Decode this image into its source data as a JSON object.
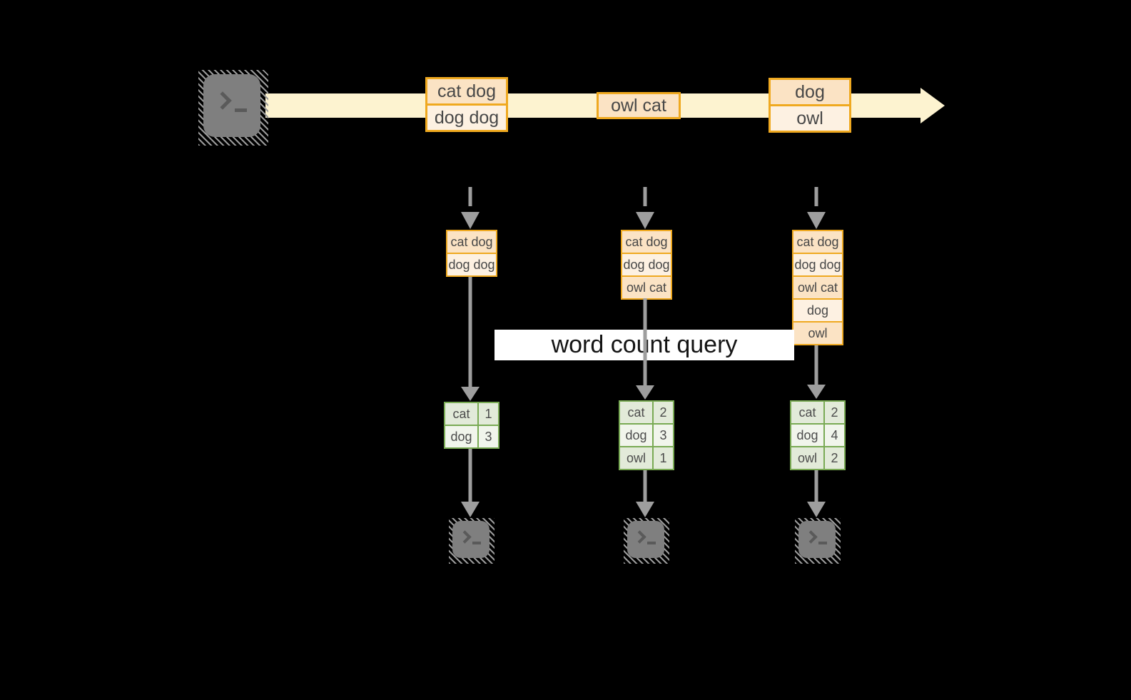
{
  "query_label": "word count query",
  "stream": {
    "source_icon": "terminal-icon",
    "batches": [
      [
        "cat dog",
        "dog dog"
      ],
      [
        "owl cat"
      ],
      [
        "dog",
        "owl"
      ]
    ]
  },
  "columns": [
    {
      "buffer": [
        "cat dog",
        "dog dog"
      ],
      "counts": [
        {
          "word": "cat",
          "count": "1"
        },
        {
          "word": "dog",
          "count": "3"
        }
      ]
    },
    {
      "buffer": [
        "cat dog",
        "dog dog",
        "owl cat"
      ],
      "counts": [
        {
          "word": "cat",
          "count": "2"
        },
        {
          "word": "dog",
          "count": "3"
        },
        {
          "word": "owl",
          "count": "1"
        }
      ]
    },
    {
      "buffer": [
        "cat dog",
        "dog dog",
        "owl cat",
        "dog",
        "owl"
      ],
      "counts": [
        {
          "word": "cat",
          "count": "2"
        },
        {
          "word": "dog",
          "count": "4"
        },
        {
          "word": "owl",
          "count": "2"
        }
      ]
    }
  ],
  "colors": {
    "background": "#000000",
    "stream_band": "#fdf3d0",
    "batch_cell_dark": "#fbe3c4",
    "batch_cell_light": "#fdf1e2",
    "orange_border": "#efa920",
    "green_border": "#79aa54",
    "green_row_dark": "#e2ead9",
    "green_row_light": "#f1f5ec",
    "arrow_gray": "#9e9e9e",
    "terminal_gray": "#7f7f7f",
    "query_bg": "#ffffff"
  }
}
